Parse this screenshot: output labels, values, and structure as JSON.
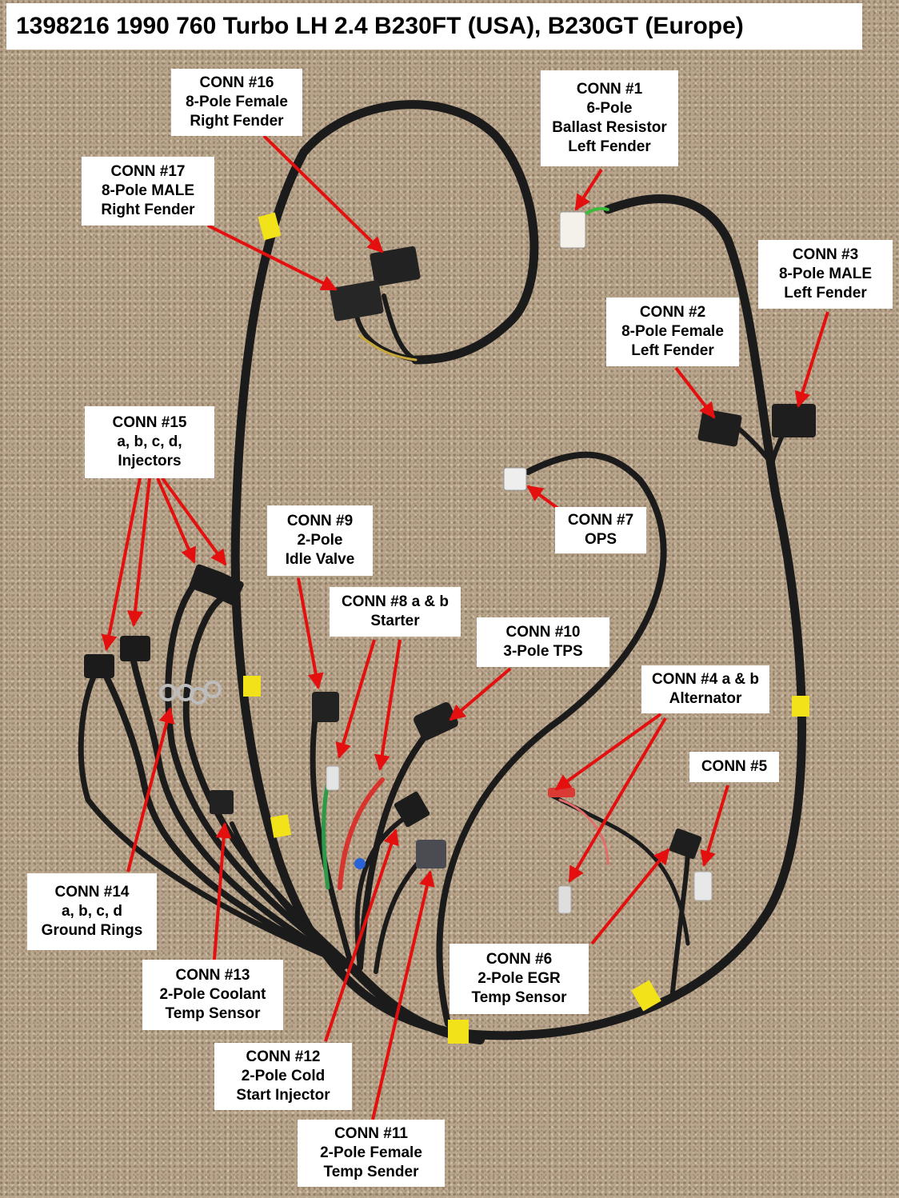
{
  "title": "1398216 1990 760 Turbo LH 2.4 B230FT (USA), B230GT (Europe)",
  "colors": {
    "arrow": "#e3100f",
    "harness": "#1b1b1b",
    "tape": "#f2e21a",
    "label_bg": "#ffffff"
  },
  "labels": {
    "conn16": [
      "CONN #16",
      "8-Pole Female",
      "Right Fender"
    ],
    "conn17": [
      "CONN #17",
      "8-Pole MALE",
      "Right Fender"
    ],
    "conn1": [
      "CONN #1",
      "6-Pole",
      "Ballast Resistor",
      "Left Fender"
    ],
    "conn3": [
      "CONN #3",
      "8-Pole MALE",
      "Left Fender"
    ],
    "conn2": [
      "CONN #2",
      "8-Pole Female",
      "Left Fender"
    ],
    "conn15": [
      "CONN #15",
      "a, b, c, d,",
      "Injectors"
    ],
    "conn9": [
      "CONN #9",
      "2-Pole",
      "Idle Valve"
    ],
    "conn7": [
      "CONN #7",
      "OPS"
    ],
    "conn8": [
      "CONN #8 a & b",
      "Starter"
    ],
    "conn10": [
      "CONN #10",
      "3-Pole TPS"
    ],
    "conn4": [
      "CONN #4 a & b",
      "Alternator"
    ],
    "conn5": [
      "CONN #5"
    ],
    "conn14": [
      "CONN #14",
      "a, b, c, d",
      "Ground Rings"
    ],
    "conn13": [
      "CONN #13",
      "2-Pole Coolant",
      "Temp Sensor"
    ],
    "conn6": [
      "CONN #6",
      "2-Pole EGR",
      "Temp Sensor"
    ],
    "conn12": [
      "CONN #12",
      "2-Pole Cold",
      "Start Injector"
    ],
    "conn11": [
      "CONN #11",
      "2-Pole Female",
      "Temp Sender"
    ]
  }
}
